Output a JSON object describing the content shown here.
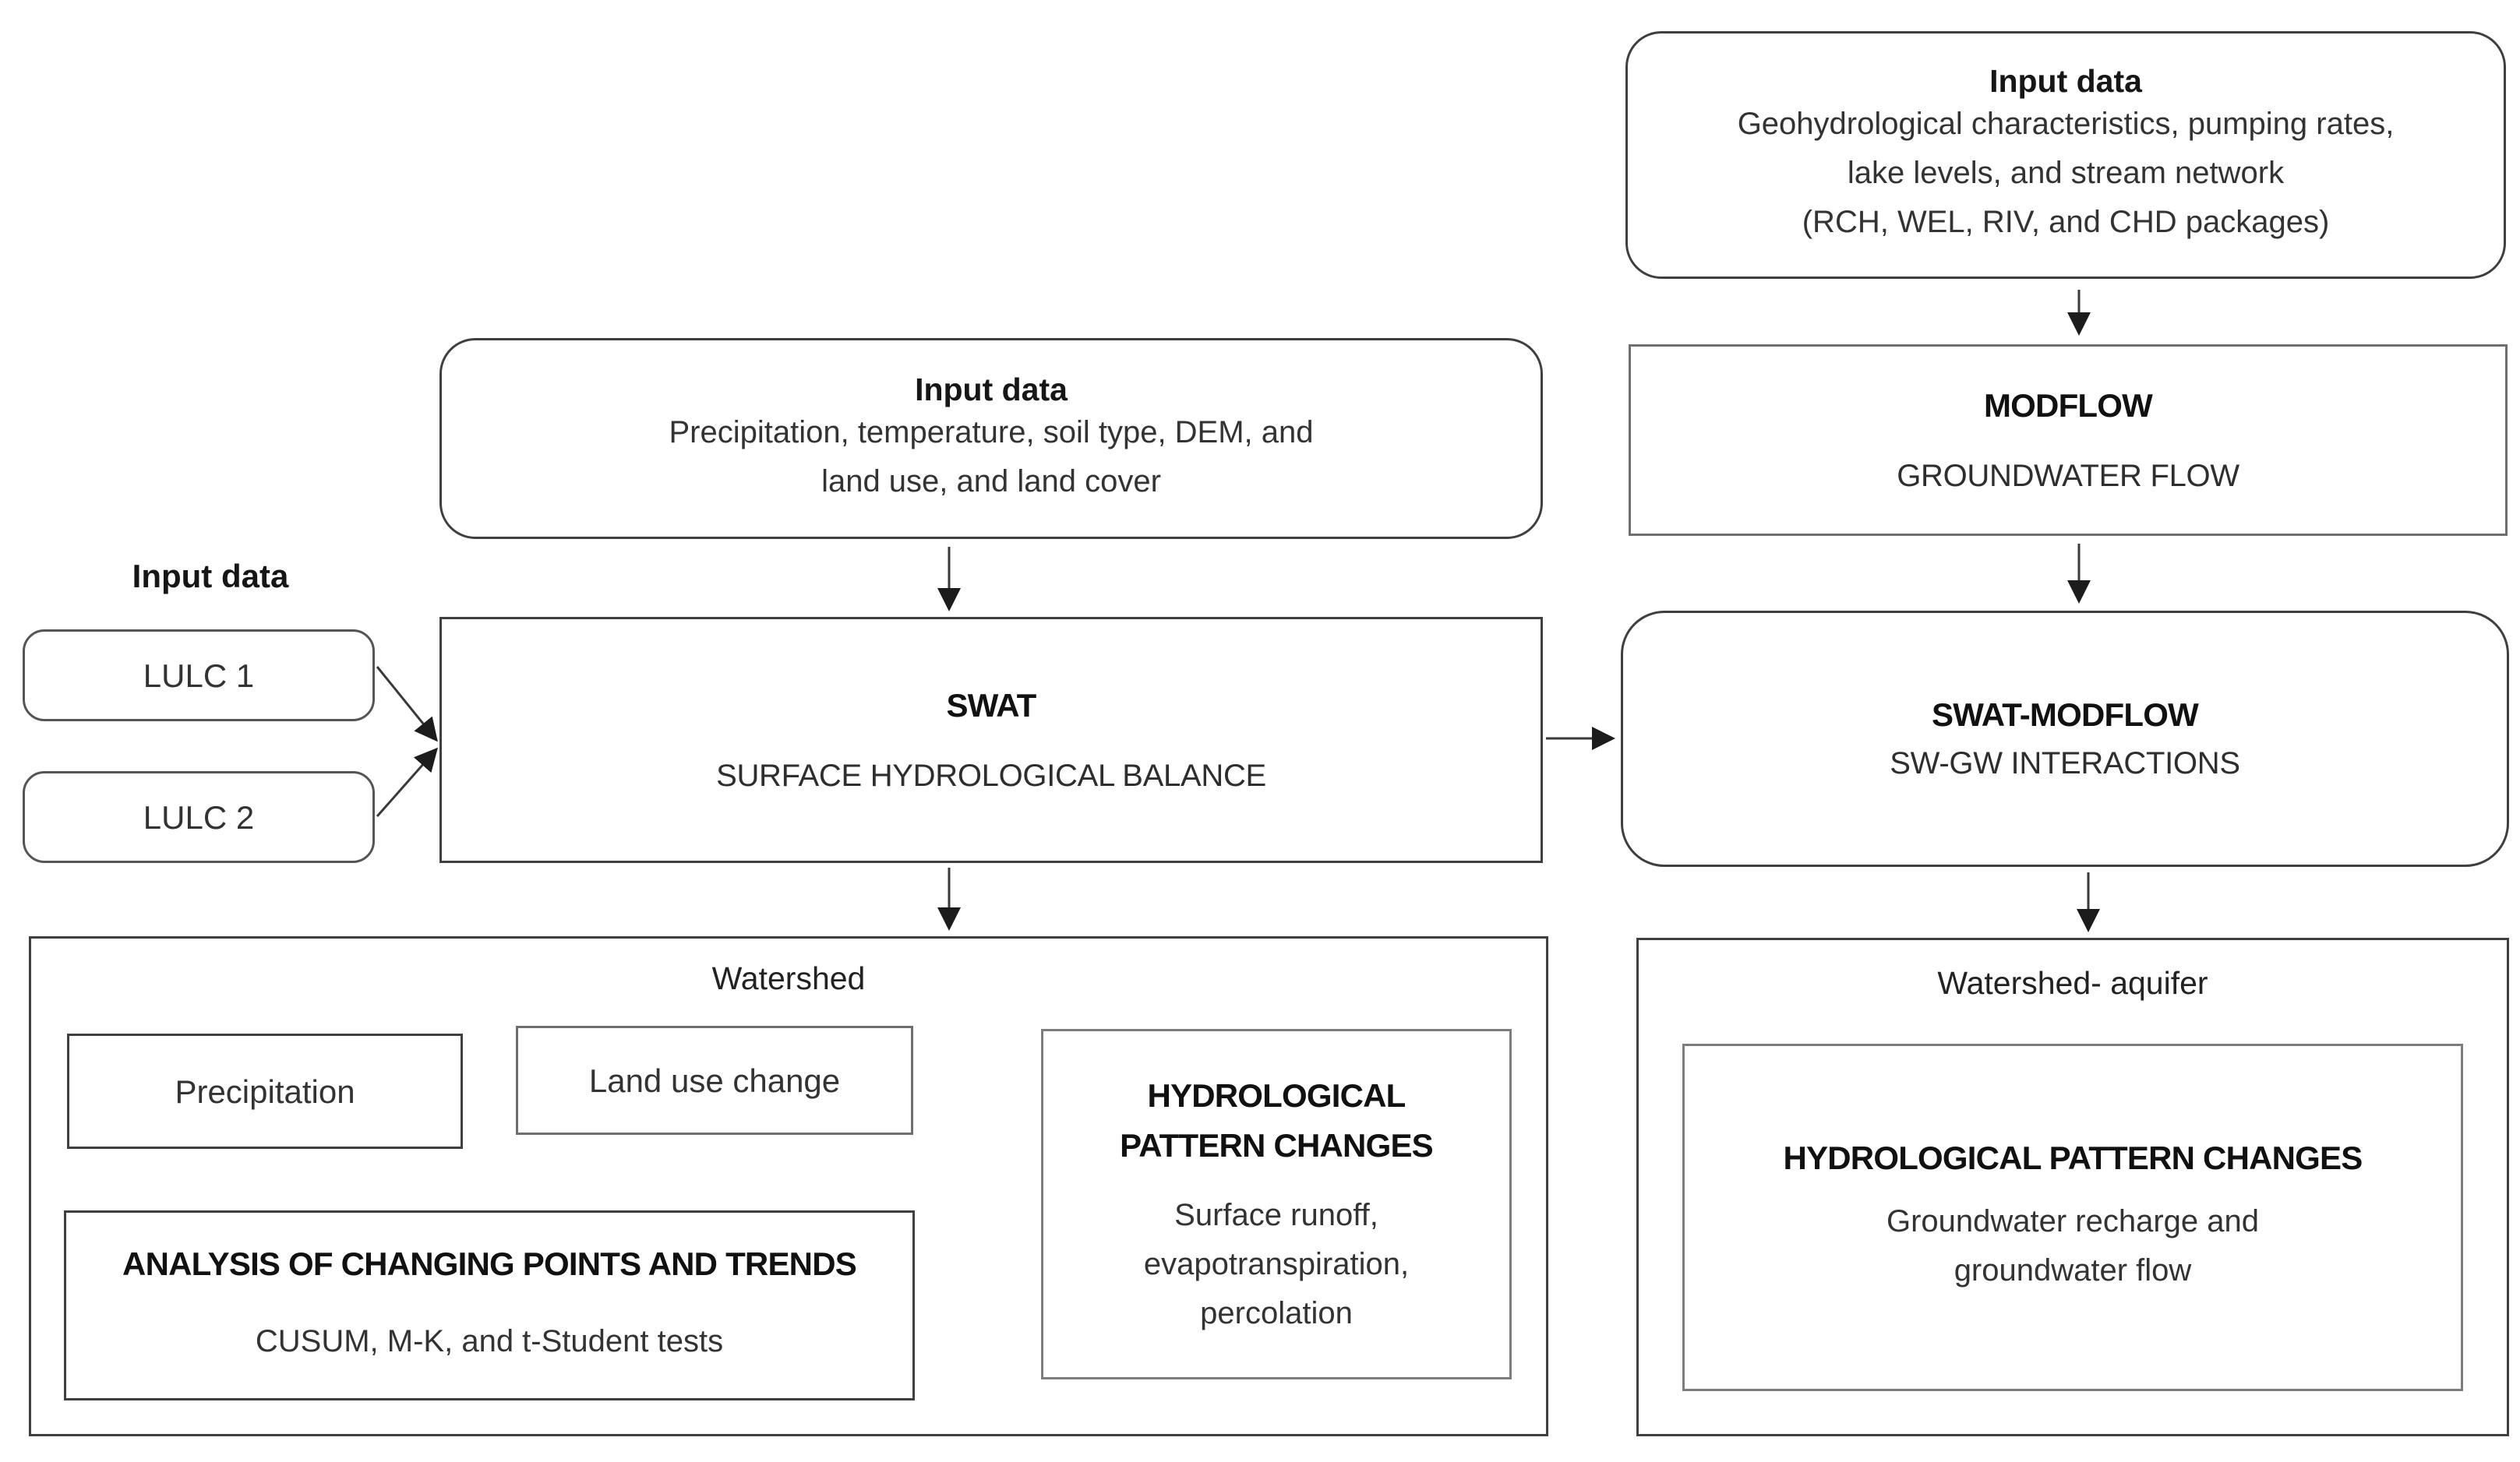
{
  "nodes": {
    "input_gw": {
      "title": "Input data",
      "lines": [
        "Geohydrological characteristics, pumping rates,",
        "lake levels, and stream network",
        "(RCH, WEL, RIV, and CHD packages)"
      ]
    },
    "modflow": {
      "title": "MODFLOW",
      "subtitle": "GROUNDWATER FLOW"
    },
    "swat_modflow": {
      "title": "SWAT-MODFLOW",
      "subtitle": "SW-GW INTERACTIONS"
    },
    "watershed_aquifer": {
      "title": "Watershed- aquifer",
      "hpc": {
        "title": "HYDROLOGICAL PATTERN CHANGES",
        "lines": [
          "Groundwater recharge and",
          "groundwater flow"
        ]
      }
    },
    "input_sw": {
      "title": "Input data",
      "lines": [
        "Precipitation, temperature, soil type, DEM, and",
        "land use, and land cover"
      ]
    },
    "swat": {
      "title": "SWAT",
      "subtitle": "SURFACE HYDROLOGICAL BALANCE"
    },
    "left_inputs": {
      "label": "Input data",
      "lulc1": "LULC 1",
      "lulc2": "LULC 2"
    },
    "watershed": {
      "title": "Watershed",
      "precipitation": "Precipitation",
      "land_use_change": "Land use change",
      "analysis": {
        "title": "ANALYSIS OF CHANGING POINTS AND TRENDS",
        "subtitle": "CUSUM, M-K, and t-Student tests"
      },
      "hpc": {
        "title_lines": [
          "HYDROLOGICAL",
          "PATTERN CHANGES"
        ],
        "lines": [
          "Surface runoff,",
          "evapotranspiration,",
          "percolation"
        ]
      }
    }
  },
  "colors": {
    "background": "#ffffff",
    "border_dark": "#3f3f3f",
    "border_gray": "#6e6e6e",
    "text": "#1f1f1f",
    "arrow": "#3a3a3a"
  }
}
